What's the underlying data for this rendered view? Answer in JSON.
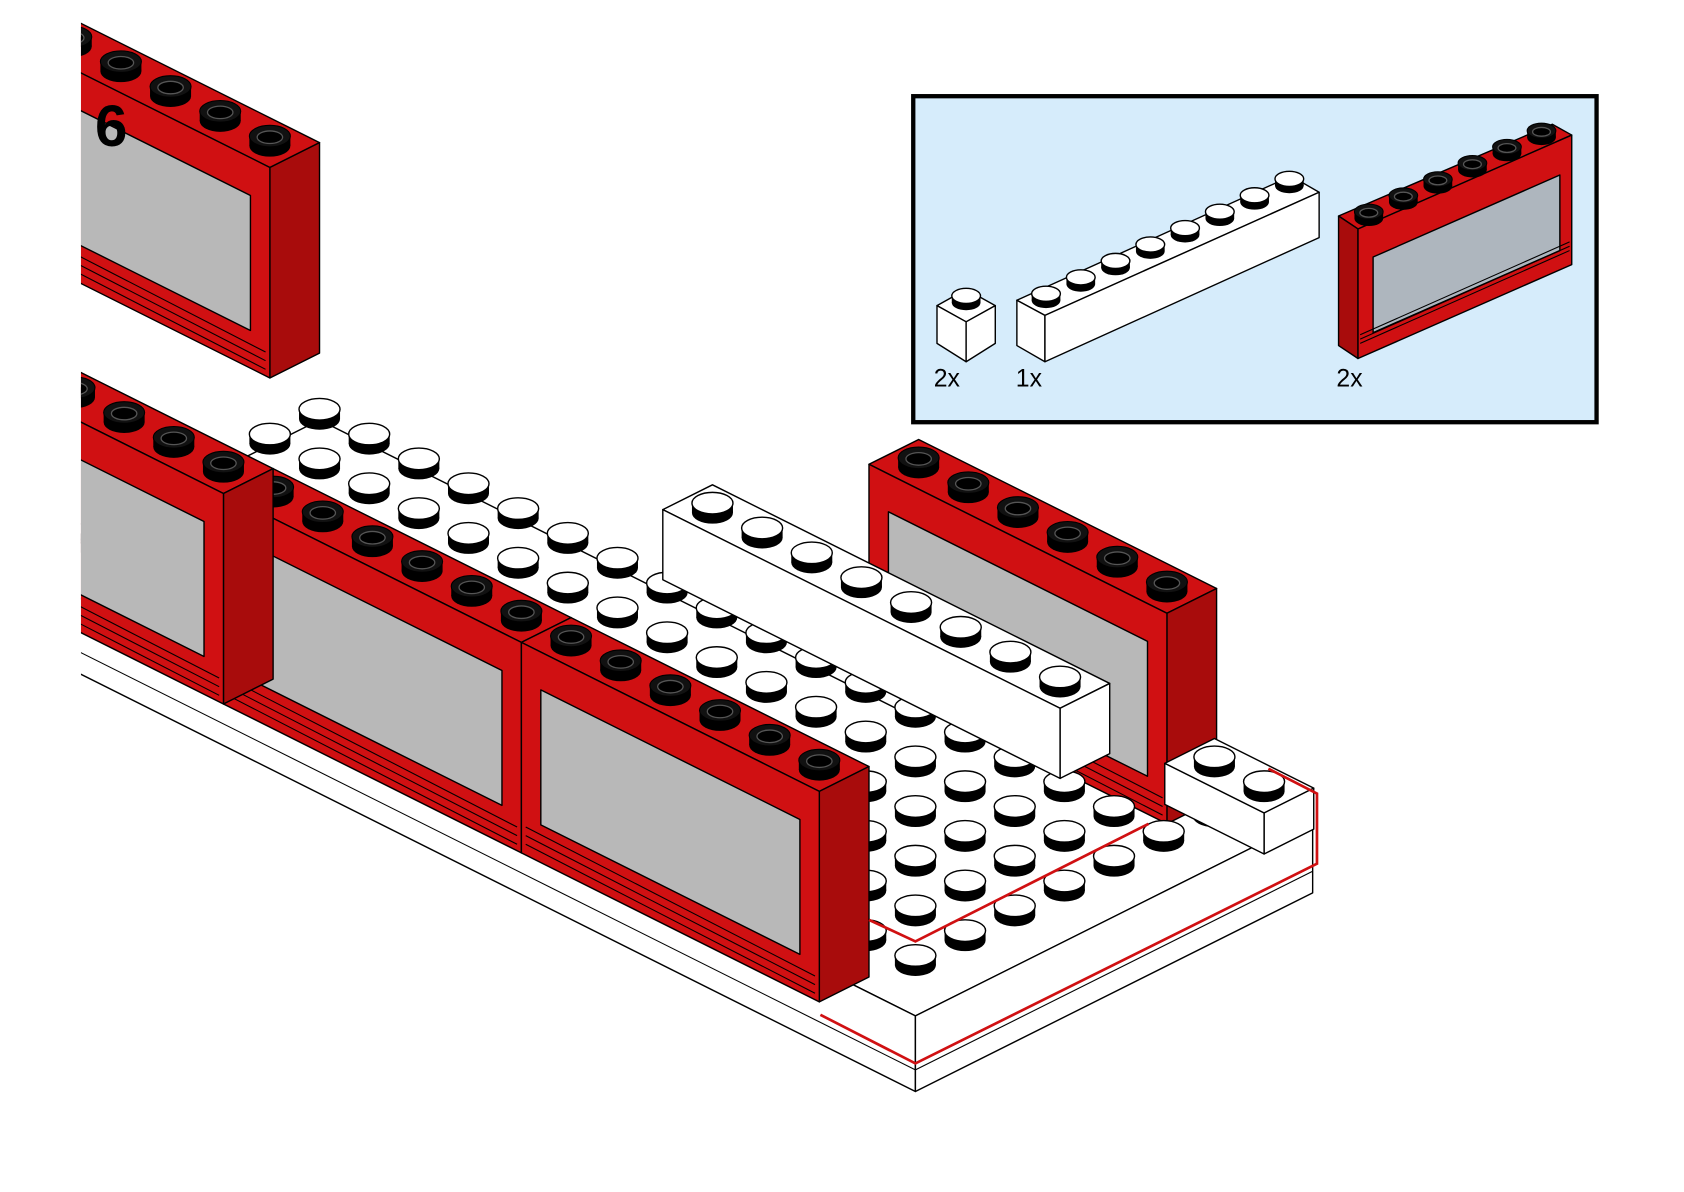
{
  "step": {
    "number": "6"
  },
  "parts_list": {
    "items": [
      {
        "quantity": "2x",
        "part": "brick-1x1",
        "color": "white"
      },
      {
        "quantity": "1x",
        "part": "brick-1x8",
        "color": "white"
      },
      {
        "quantity": "2x",
        "part": "window-1x6x3",
        "color": "red"
      }
    ]
  },
  "colors": {
    "red": "#d01012",
    "red_dark": "#a80c0c",
    "glass": "#b8b8b8",
    "glass_part": "#aeb6be",
    "white": "#ffffff",
    "outline": "#000000",
    "highlight": "#d01012",
    "parts_bg": "#d6ecfb"
  }
}
